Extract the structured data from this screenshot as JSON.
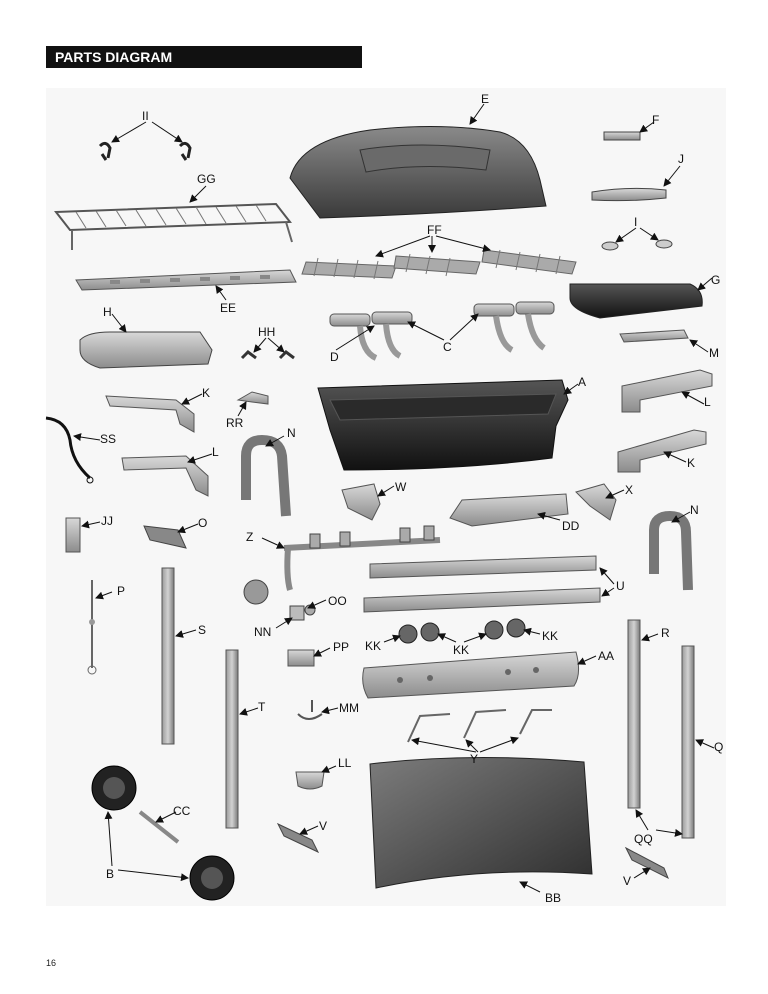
{
  "header": {
    "title": "PARTS DIAGRAM"
  },
  "page": {
    "number": "16"
  },
  "labels": {
    "II": "II",
    "E": "E",
    "F": "F",
    "J": "J",
    "GG": "GG",
    "FF": "FF",
    "I": "I",
    "G": "G",
    "EE": "EE",
    "H": "H",
    "HH": "HH",
    "D": "D",
    "C": "C",
    "M": "M",
    "A": "A",
    "K1": "K",
    "L1": "L",
    "RR": "RR",
    "N1": "N",
    "SS": "SS",
    "L2": "L",
    "K2": "K",
    "W": "W",
    "X": "X",
    "DD": "DD",
    "JJ": "JJ",
    "O": "O",
    "N2": "N",
    "Z": "Z",
    "U": "U",
    "P": "P",
    "OO": "OO",
    "S": "S",
    "NN": "NN",
    "KK1": "KK",
    "KK2": "KK",
    "KK3": "KK",
    "R": "R",
    "PP": "PP",
    "AA": "AA",
    "T": "T",
    "MM": "MM",
    "Q": "Q",
    "Y": "Y",
    "LL": "LL",
    "CC": "CC",
    "V1": "V",
    "QQ": "QQ",
    "B": "B",
    "V2": "V",
    "BB": "BB"
  }
}
